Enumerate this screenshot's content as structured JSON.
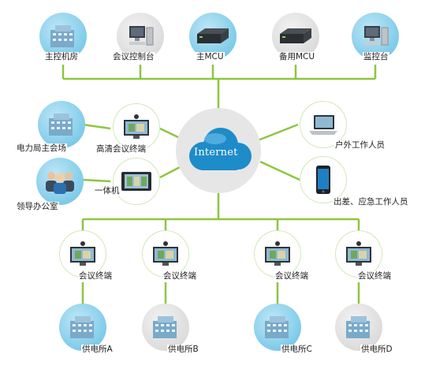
{
  "cloud": {
    "label": "Internet"
  },
  "top_row": [
    {
      "label": "主控机房",
      "icon": "building-icon"
    },
    {
      "label": "会议控制台",
      "icon": "computer-icon"
    },
    {
      "label": "主MCU",
      "icon": "server-icon"
    },
    {
      "label": "备用MCU",
      "icon": "server-icon"
    },
    {
      "label": "监控台",
      "icon": "computer-icon"
    }
  ],
  "left_side": {
    "power_bureau": {
      "label": "电力局主会场",
      "icon": "building-icon"
    },
    "hd_terminal": {
      "label": "高清会议终端",
      "icon": "video-terminal-icon"
    },
    "leader_office": {
      "label": "领导办公室",
      "icon": "people-icon"
    },
    "all_in_one": {
      "label": "一体机",
      "icon": "tablet-icon"
    }
  },
  "right_side": {
    "outdoor_staff": {
      "label": "户外工作人员",
      "icon": "laptop-icon"
    },
    "emergency_staff": {
      "label": "出差、应急工作人员",
      "icon": "phone-icon"
    }
  },
  "terminals": [
    {
      "label": "会议终端",
      "icon": "video-terminal-icon"
    },
    {
      "label": "会议终端",
      "icon": "video-terminal-icon"
    },
    {
      "label": "会议终端",
      "icon": "video-terminal-icon"
    },
    {
      "label": "会议终端",
      "icon": "video-terminal-icon"
    }
  ],
  "stations": [
    {
      "label": "供电所A",
      "icon": "building-icon"
    },
    {
      "label": "供电所B",
      "icon": "building-icon"
    },
    {
      "label": "供电所C",
      "icon": "building-icon"
    },
    {
      "label": "供电所D",
      "icon": "building-icon"
    }
  ],
  "colors": {
    "connector": "#8dc63f",
    "cloud": "#1e8cc8",
    "halo": "#e6e6e6"
  }
}
